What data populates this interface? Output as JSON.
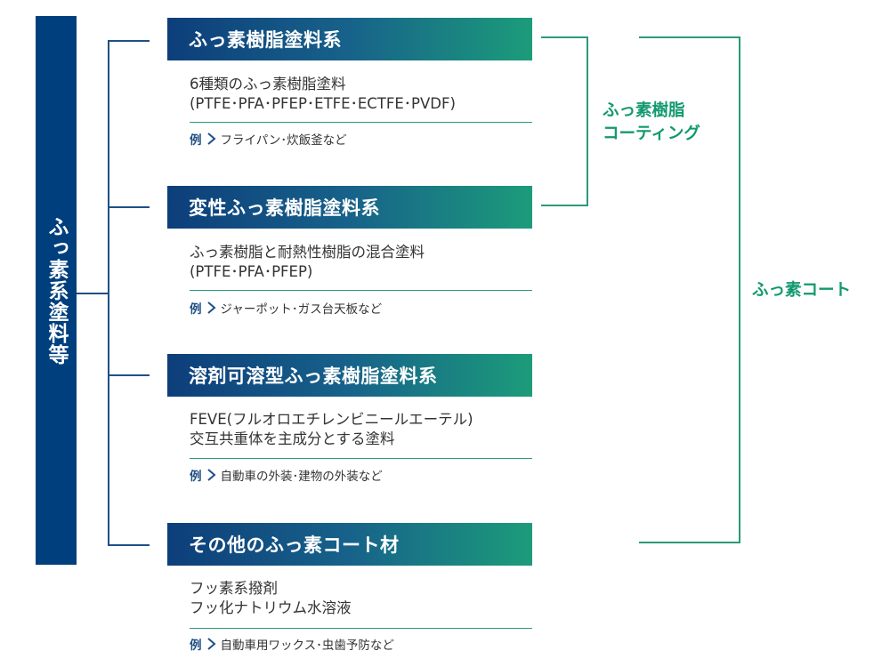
{
  "root": {
    "label": "ふっ素系塗料等"
  },
  "categories": [
    {
      "title": "ふっ素樹脂塗料系",
      "desc": [
        "6種類のふっ素樹脂塗料",
        "(PTFE･PFA･PFEP･ETFE･ECTFE･PVDF)"
      ],
      "example_label": "例",
      "example": "フライパン･炊飯釜など"
    },
    {
      "title": "変性ふっ素樹脂塗料系",
      "desc": [
        "ふっ素樹脂と耐熱性樹脂の混合塗料",
        "(PTFE･PFA･PFEP)"
      ],
      "example_label": "例",
      "example": "ジャーポット･ガス台天板など"
    },
    {
      "title": "溶剤可溶型ふっ素樹脂塗料系",
      "desc": [
        "FEVE(フルオロエチレンビニールエーテル)",
        "交互共重体を主成分とする塗料"
      ],
      "example_label": "例",
      "example": "自動車の外装･建物の外装など"
    },
    {
      "title": "その他のふっ素コート材",
      "desc": [
        "フッ素系撥剤",
        "フッ化ナトリウム水溶液"
      ],
      "example_label": "例",
      "example": "自動車用ワックス･虫歯予防など"
    }
  ],
  "groups": {
    "coating": {
      "line1": "ふっ素樹脂",
      "line2": "コーティング"
    },
    "coat": {
      "label": "ふっ素コート"
    }
  },
  "colors": {
    "navy": "#003f7d",
    "connector_blue": "#1f4f86",
    "green": "#12996f"
  }
}
